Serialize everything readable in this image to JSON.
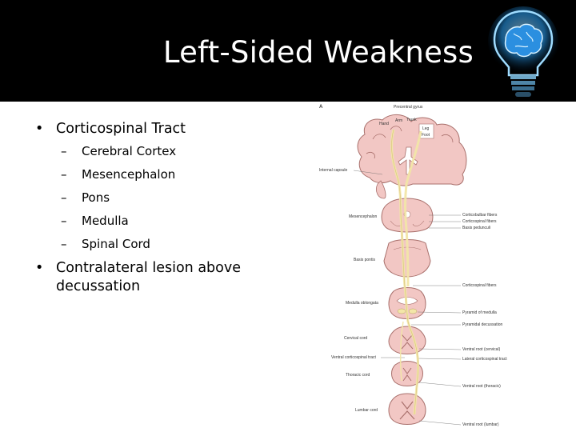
{
  "slide": {
    "title": "Left-Sided Weakness",
    "bullets": [
      {
        "text": "Corticospinal Tract",
        "sub": [
          "Cerebral Cortex",
          "Mesencephalon",
          "Pons",
          "Medulla",
          "Spinal Cord"
        ]
      },
      {
        "text": "Contralateral lesion above decussation",
        "sub": []
      }
    ]
  },
  "figure": {
    "panel_letter": "A",
    "labels": {
      "precentral_gyrus": "Precentral gyrus",
      "hand": "Hand",
      "arm": "Arm",
      "trunk": "Trunk",
      "leg": "Leg",
      "foot": "Foot",
      "internal_capsule": "Internal capsule",
      "mesencephalon": "Mesencephalon",
      "corticobulbar_fibers": "Corticobulbar fibers",
      "corticospinal_fibers": "Corticospinal fibers",
      "basis_pedunculi": "Basis pedunculi",
      "basis_pontis": "Basis pontis",
      "corticospinal_fibers_2": "Corticospinal fibers",
      "medulla_oblongata": "Medulla oblongata",
      "pyramid_of_medulla": "Pyramid of medulla",
      "pyramidal_decussation": "Pyramidal decussation",
      "cervical_cord": "Cervical cord",
      "ventral_root_cervical": "Ventral root (cervical)",
      "ventral_corticospinal_tract": "Ventral corticospinal tract",
      "lateral_corticospinal_tract": "Lateral corticospinal tract",
      "thoracic_cord": "Thoracic cord",
      "ventral_root_thoracic": "Ventral root (thoracic)",
      "lumbar_cord": "Lumbar cord",
      "ventral_root_lumbar": "Ventral root (lumbar)"
    }
  },
  "colors": {
    "header_bg": "#000000",
    "tissue": "#f2c7c4",
    "tissue_edge": "#a9706c",
    "tract": "#f3e6a8",
    "bulb_glow": "#2aa6ff"
  }
}
